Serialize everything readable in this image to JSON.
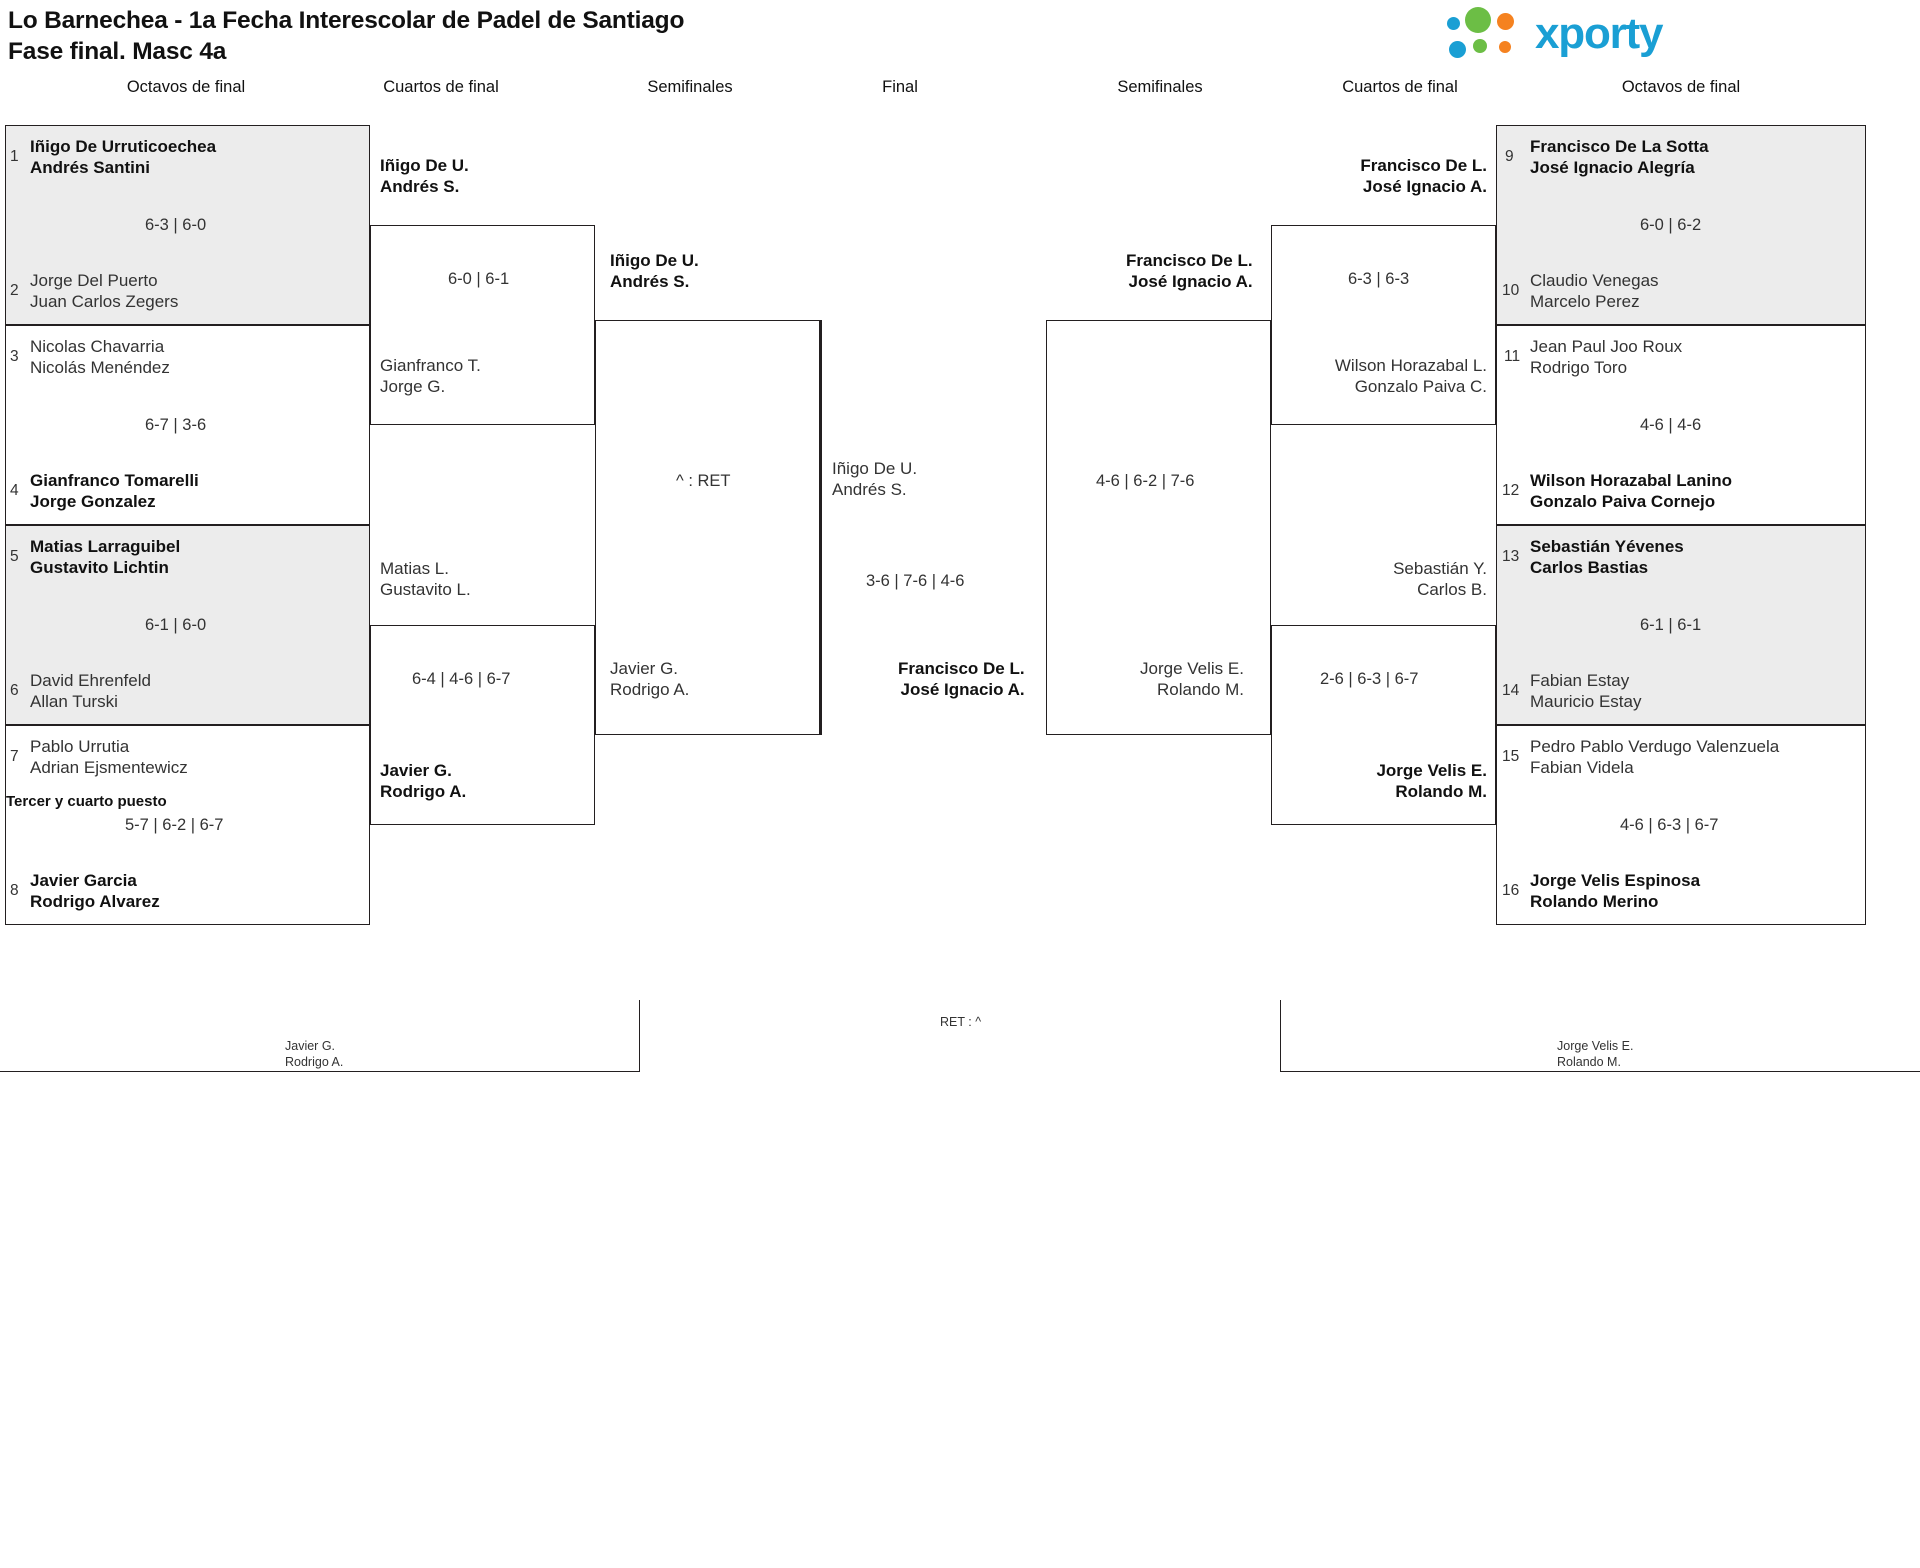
{
  "header": {
    "title_line1": "Lo Barnechea - 1a Fecha Interescolar de Padel de Santiago",
    "title_line2": "Fase final. Masc 4a",
    "logo_text": "xporty",
    "logo_color": "#1a9fd4"
  },
  "round_headers": {
    "left_r16": "Octavos de final",
    "left_qf": "Cuartos de final",
    "left_sf": "Semifinales",
    "final": "Final",
    "right_sf": "Semifinales",
    "right_qf": "Cuartos de final",
    "right_r16": "Octavos de final"
  },
  "left_r16": [
    {
      "seed": "1",
      "p1": "Iñigo De Urruticoechea",
      "p2": "Andrés Santini",
      "winner": true
    },
    {
      "seed": "2",
      "p1": "Jorge Del Puerto",
      "p2": "Juan Carlos Zegers",
      "winner": false
    },
    {
      "seed": "3",
      "p1": "Nicolas Chavarria",
      "p2": "Nicolás Menéndez",
      "winner": false
    },
    {
      "seed": "4",
      "p1": "Gianfranco Tomarelli",
      "p2": "Jorge Gonzalez",
      "winner": true
    },
    {
      "seed": "5",
      "p1": "Matias Larraguibel",
      "p2": "Gustavito Lichtin",
      "winner": true
    },
    {
      "seed": "6",
      "p1": "David Ehrenfeld",
      "p2": "Allan Turski",
      "winner": false
    },
    {
      "seed": "7",
      "p1": "Pablo Urrutia",
      "p2": "Adrian Ejsmentewicz",
      "winner": false
    },
    {
      "seed": "8",
      "p1": "Javier Garcia",
      "p2": "Rodrigo Alvarez",
      "winner": true
    }
  ],
  "left_r16_scores": [
    "6-3 | 6-0",
    "6-7 | 3-6",
    "6-1 | 6-0",
    "5-7 | 6-2 | 6-7"
  ],
  "left_qf": [
    {
      "p1": "Iñigo De U.",
      "p2": "Andrés S.",
      "winner": true
    },
    {
      "p1": "Gianfranco T.",
      "p2": "Jorge G.",
      "winner": false
    },
    {
      "p1": "Matias L.",
      "p2": "Gustavito L.",
      "winner": false
    },
    {
      "p1": "Javier G.",
      "p2": "Rodrigo A.",
      "winner": true
    }
  ],
  "left_qf_scores": [
    "6-0 | 6-1",
    "6-4 | 4-6 | 6-7"
  ],
  "left_sf": [
    {
      "p1": "Iñigo De U.",
      "p2": "Andrés S.",
      "winner": true
    },
    {
      "p1": "Javier G.",
      "p2": "Rodrigo A.",
      "winner": false
    }
  ],
  "left_sf_score": "^ : RET",
  "final": {
    "top": {
      "p1": "Iñigo De U.",
      "p2": "Andrés S.",
      "winner": false
    },
    "bottom": {
      "p1": "Francisco De L.",
      "p2": "José Ignacio A.",
      "winner": true
    },
    "score": "3-6 | 7-6 | 4-6"
  },
  "right_sf": [
    {
      "p1": "Francisco De L.",
      "p2": "José Ignacio A.",
      "winner": true
    },
    {
      "p1": "Jorge Velis E.",
      "p2": "Rolando M.",
      "winner": false
    }
  ],
  "right_sf_score": "4-6 | 6-2 | 7-6",
  "right_qf": [
    {
      "p1": "Francisco De L.",
      "p2": "José Ignacio A.",
      "winner": true
    },
    {
      "p1": "Wilson Horazabal L.",
      "p2": "Gonzalo Paiva C.",
      "winner": false
    },
    {
      "p1": "Sebastián Y.",
      "p2": "Carlos B.",
      "winner": false
    },
    {
      "p1": "Jorge Velis E.",
      "p2": "Rolando M.",
      "winner": true
    }
  ],
  "right_qf_scores": [
    "6-3 | 6-3",
    "2-6 | 6-3 | 6-7"
  ],
  "right_r16": [
    {
      "seed": "9",
      "p1": "Francisco De La Sotta",
      "p2": "José Ignacio Alegría",
      "winner": true
    },
    {
      "seed": "10",
      "p1": "Claudio Venegas",
      "p2": "Marcelo Perez",
      "winner": false
    },
    {
      "seed": "11",
      "p1": "Jean Paul Joo Roux",
      "p2": "Rodrigo Toro",
      "winner": false
    },
    {
      "seed": "12",
      "p1": "Wilson Horazabal Lanino",
      "p2": "Gonzalo Paiva Cornejo",
      "winner": true
    },
    {
      "seed": "13",
      "p1": "Sebastián Yévenes",
      "p2": "Carlos Bastias",
      "winner": true
    },
    {
      "seed": "14",
      "p1": "Fabian Estay",
      "p2": "Mauricio Estay",
      "winner": false
    },
    {
      "seed": "15",
      "p1": "Pedro Pablo Verdugo Valenzuela",
      "p2": "Fabian Videla",
      "winner": false
    },
    {
      "seed": "16",
      "p1": "Jorge Velis Espinosa",
      "p2": "Rolando Merino",
      "winner": true
    }
  ],
  "right_r16_scores": [
    "6-0 | 6-2",
    "4-6 | 4-6",
    "6-1 | 6-1",
    "4-6 | 6-3 | 6-7"
  ],
  "third_place": {
    "label": "Tercer y cuarto puesto",
    "left_team": {
      "p1": "Javier G.",
      "p2": "Rodrigo A."
    },
    "right_team": {
      "p1": "Jorge Velis E.",
      "p2": "Rolando M."
    },
    "score": "RET : ^"
  }
}
